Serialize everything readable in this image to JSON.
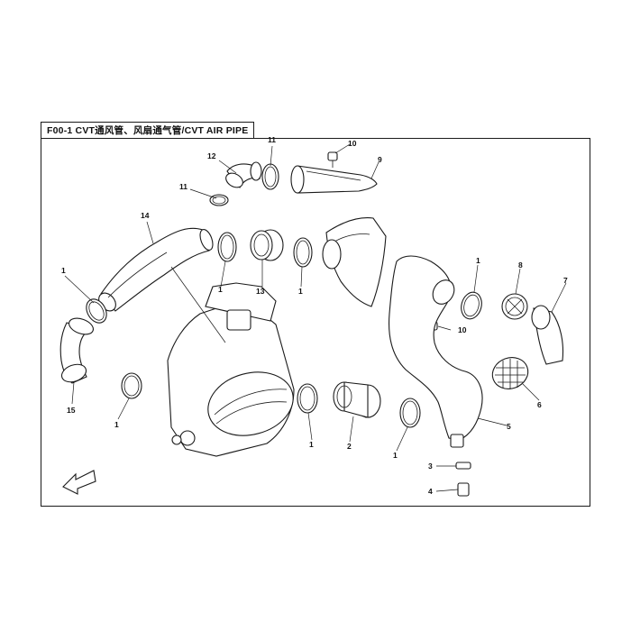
{
  "header": {
    "title": "F00-1  CVT通风管、风扇通气管/CVT AIR PIPE"
  },
  "callouts": {
    "c1a": "1",
    "c1b": "1",
    "c1c": "1",
    "c1d": "1",
    "c1e": "1",
    "c1f": "1",
    "c1g": "1",
    "c2": "2",
    "c3": "3",
    "c4": "4",
    "c5": "5",
    "c6": "6",
    "c7": "7",
    "c8": "8",
    "c9": "9",
    "c10a": "10",
    "c10b": "10",
    "c11a": "11",
    "c11b": "11",
    "c12": "12",
    "c13": "13",
    "c14": "14",
    "c15": "15"
  },
  "icons": {
    "direction_arrow": "front-direction-arrow-icon"
  },
  "colors": {
    "line": "#1a1a1a",
    "background": "#ffffff"
  }
}
